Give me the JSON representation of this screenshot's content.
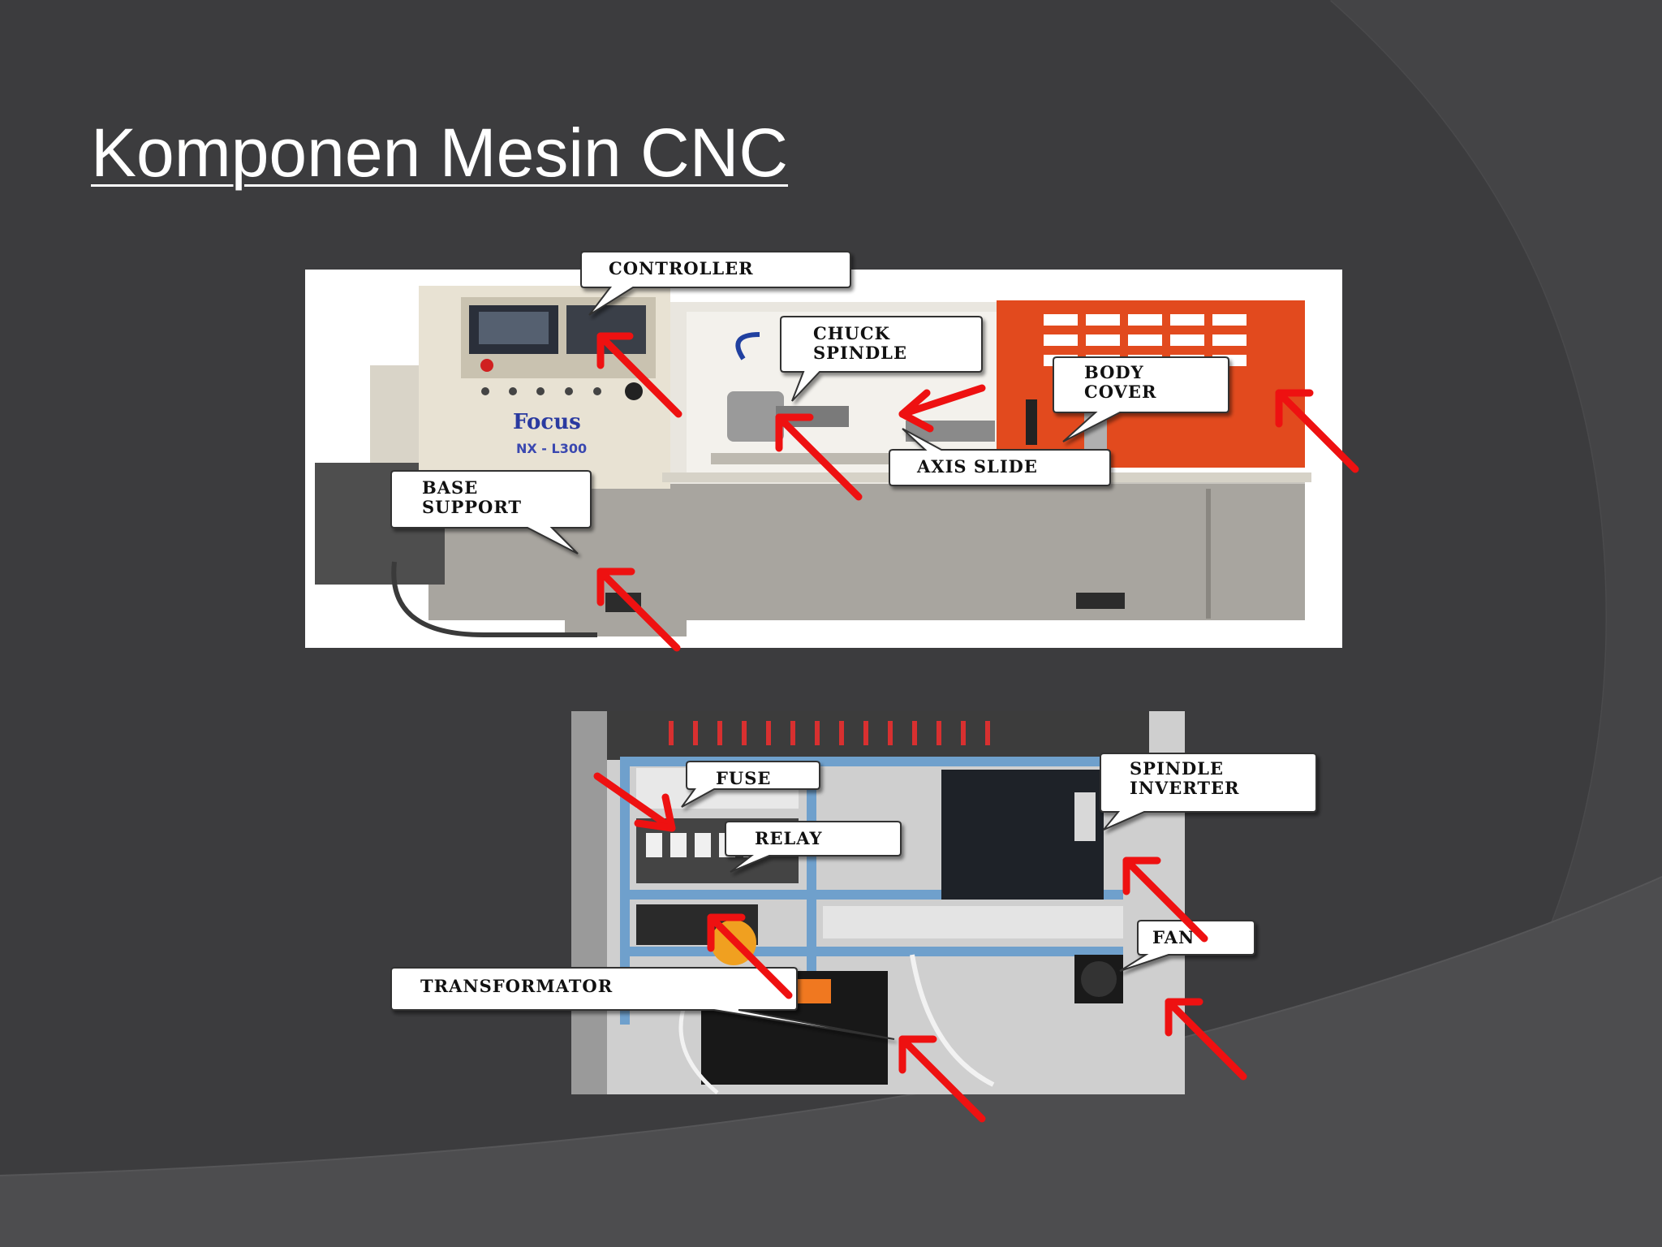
{
  "slide": {
    "title": "Komponen Mesin CNC"
  },
  "colors": {
    "background": "#3c3c3e",
    "arrow": "#ee1111",
    "body_cover": "#e24a1e",
    "cabinet_frame": "#6fa0cc"
  },
  "lathe": {
    "brand": "Focus",
    "model": "NX - L300",
    "callouts": {
      "controller": [
        "CONTROLLER"
      ],
      "chuck_spindle": [
        "CHUCK",
        "SPINDLE"
      ],
      "body_cover": [
        "BODY",
        "COVER"
      ],
      "axis_slide": [
        "AXIS SLIDE"
      ],
      "base_support": [
        "BASE",
        "SUPPORT"
      ]
    }
  },
  "cabinet": {
    "callouts": {
      "fuse": [
        "FUSE"
      ],
      "relay": [
        "RELAY"
      ],
      "spindle_inverter": [
        "SPINDLE",
        "INVERTER"
      ],
      "fan": [
        "FAN"
      ],
      "transformator": [
        "TRANSFORMATOR"
      ]
    }
  }
}
